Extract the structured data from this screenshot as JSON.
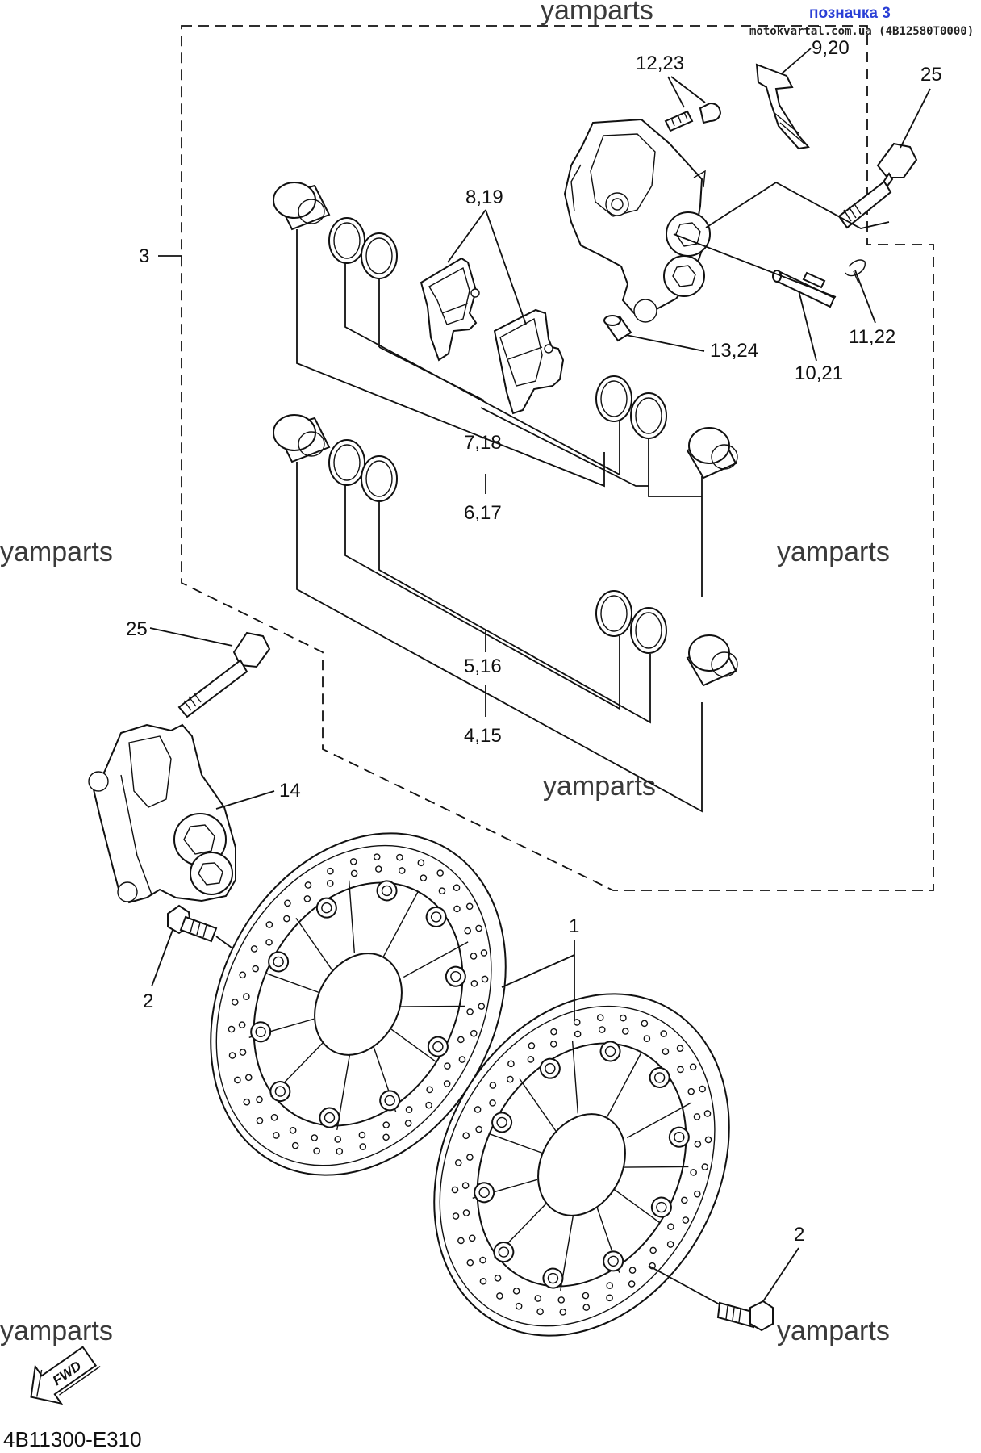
{
  "header": {
    "label": "позначка 3",
    "source": "motokvartal.com.ua (4B12580T0000)"
  },
  "watermarks": [
    "yamparts",
    "yamparts",
    "yamparts",
    "yamparts",
    "yamparts",
    "yamparts"
  ],
  "callouts": {
    "c_1": "1",
    "c_2a": "2",
    "c_2b": "2",
    "c_3": "3",
    "c_4_15": "4,15",
    "c_5_16": "5,16",
    "c_6_17": "6,17",
    "c_7_18": "7,18",
    "c_8_19": "8,19",
    "c_9_20": "9,20",
    "c_10_21": "10,21",
    "c_11_22": "11,22",
    "c_12_23": "12,23",
    "c_13_24": "13,24",
    "c_14": "14",
    "c_25a": "25",
    "c_25b": "25"
  },
  "fwd_label": "FWD",
  "diagram_code": "4B11300-E310"
}
